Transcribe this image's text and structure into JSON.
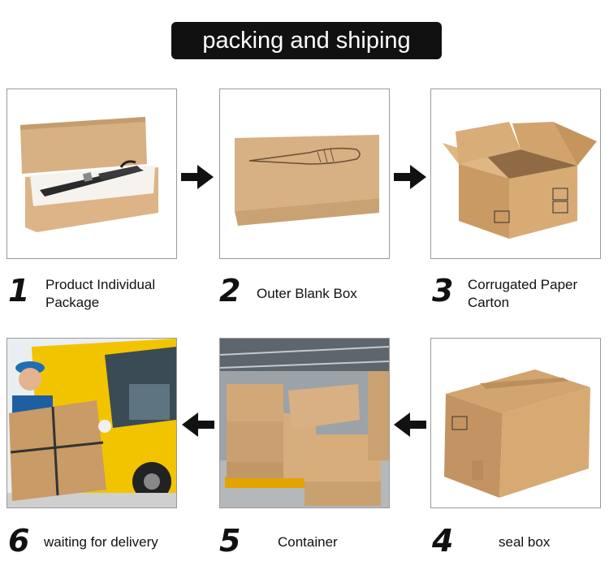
{
  "title": "packing and shiping",
  "steps": [
    {
      "number": "1",
      "label_line1": "Product Individual",
      "label_line2": "Package",
      "image": "product-package-image"
    },
    {
      "number": "2",
      "label_line1": "Outer Blank Box",
      "label_line2": "",
      "image": "outer-box-image"
    },
    {
      "number": "3",
      "label_line1": "Corrugated Paper",
      "label_line2": "Carton",
      "image": "open-carton-image"
    },
    {
      "number": "4",
      "label_line1": "seal box",
      "label_line2": "",
      "image": "sealed-box-image"
    },
    {
      "number": "5",
      "label_line1": "Container",
      "label_line2": "",
      "image": "warehouse-image"
    },
    {
      "number": "6",
      "label_line1": "waiting for delivery",
      "label_line2": "",
      "image": "delivery-image"
    }
  ],
  "colors": {
    "cardboard": "#d2a877",
    "cardboard_dark": "#b98b5b",
    "van": "#f2c400",
    "title_bg": "#111111"
  }
}
